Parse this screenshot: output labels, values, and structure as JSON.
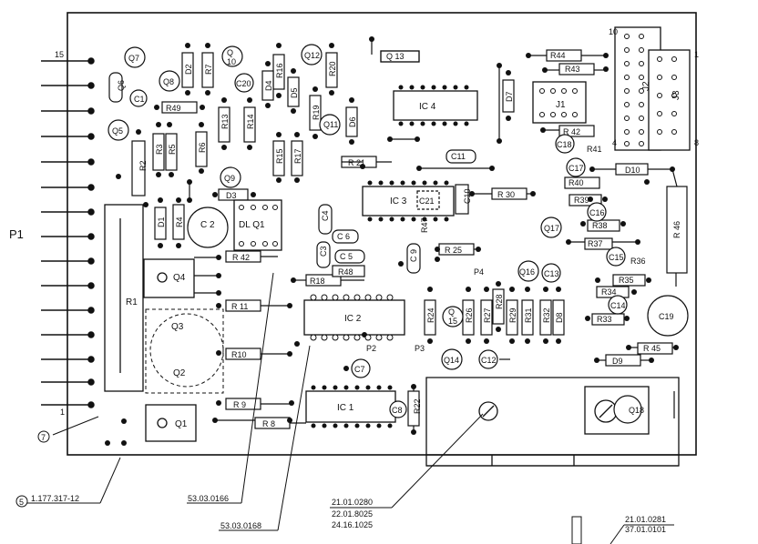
{
  "connector": {
    "name": "P1",
    "pin_top": "15",
    "pin_bottom": "1"
  },
  "components": {
    "resistors": [
      "R49",
      "R2",
      "R3",
      "R5",
      "R6",
      "R13",
      "R14",
      "R15",
      "R17",
      "R16",
      "R20",
      "R19",
      "R21",
      "R7",
      "R4",
      "R42",
      "R11",
      "R10",
      "R9",
      "R8",
      "R18",
      "R48",
      "R25",
      "R30",
      "R39",
      "R38",
      "R37",
      "R36",
      "R35",
      "R34",
      "R33",
      "R46",
      "R44",
      "R43",
      "R41",
      "R40",
      "R45",
      "R24",
      "R26",
      "R27",
      "R28",
      "R29",
      "R31",
      "R32",
      "R22",
      "R1"
    ],
    "capacitors": [
      "C1",
      "C2",
      "C3",
      "C4",
      "C5",
      "C6",
      "C7",
      "C8",
      "C9",
      "C10",
      "C11",
      "C12",
      "C13",
      "C14",
      "C15",
      "C16",
      "C17",
      "C18",
      "C19",
      "C20",
      "C21"
    ],
    "transistors": [
      "Q1",
      "Q2",
      "Q3",
      "Q4",
      "Q5",
      "Q6",
      "Q7",
      "Q8",
      "Q9",
      "Q10",
      "Q11",
      "Q12",
      "Q13",
      "Q14",
      "Q15",
      "Q16",
      "Q17",
      "Q18"
    ],
    "diodes": [
      "D1",
      "D2",
      "D3",
      "D4",
      "D5",
      "D6",
      "D7",
      "D8",
      "D9",
      "D10"
    ],
    "ics": [
      "IC 1",
      "IC 2",
      "IC 3",
      "IC 4"
    ],
    "jumpers": [
      "J1",
      "J3"
    ],
    "pots": [
      "P2",
      "P3",
      "P4"
    ],
    "dlq": "DL Q1"
  },
  "header_j3": {
    "pin_10": "10",
    "pin_1": "1",
    "pin_4": "4",
    "pin_8": "8"
  },
  "callouts": {
    "item7": "7",
    "item5": "5",
    "part5": "1.177.317-12",
    "ref_0166": "53.03.0166",
    "ref_0168": "53.03.0168",
    "heatsink_1": "21.01.0280",
    "heatsink_2": "22.01.8025",
    "heatsink_3": "24.16.1025",
    "right_1": "21.01.0281",
    "right_2": "37.01.0101"
  }
}
